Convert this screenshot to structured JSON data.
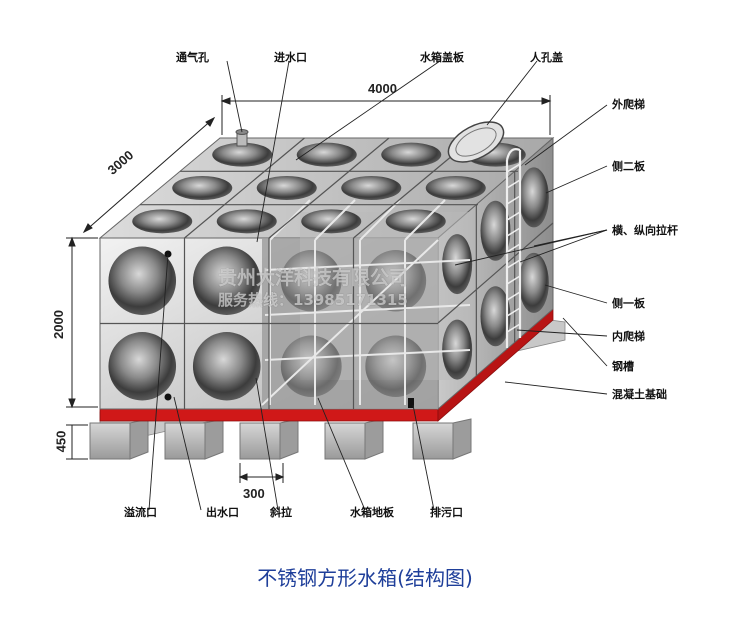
{
  "labels": {
    "vent": "通气孔",
    "inlet": "进水口",
    "cover_plate": "水箱盖板",
    "manhole": "人孔盖",
    "outer_ladder": "外爬梯",
    "side_plate_2": "侧二板",
    "tie_rods": "横、纵向拉杆",
    "side_plate_1": "侧一板",
    "inner_ladder": "内爬梯",
    "steel_channel": "钢槽",
    "concrete_base": "混凝土基础",
    "overflow": "溢流口",
    "outlet": "出水口",
    "diagonal_brace": "斜拉",
    "bottom_plate": "水箱地板",
    "drain": "排污口"
  },
  "dimensions": {
    "length": "4000",
    "width": "3000",
    "height": "2000",
    "base_height": "450",
    "base_spacing": "300"
  },
  "watermark": {
    "company": "贵州大洋科技有限公司",
    "hotline": "服务热线：13985171315"
  },
  "caption": "不锈钢方形水箱(结构图)",
  "colors": {
    "steel_light": "#e6e6e6",
    "steel_dark": "#3a3a3a",
    "channel_red": "#d01818",
    "caption_blue": "#1f3f9a"
  }
}
